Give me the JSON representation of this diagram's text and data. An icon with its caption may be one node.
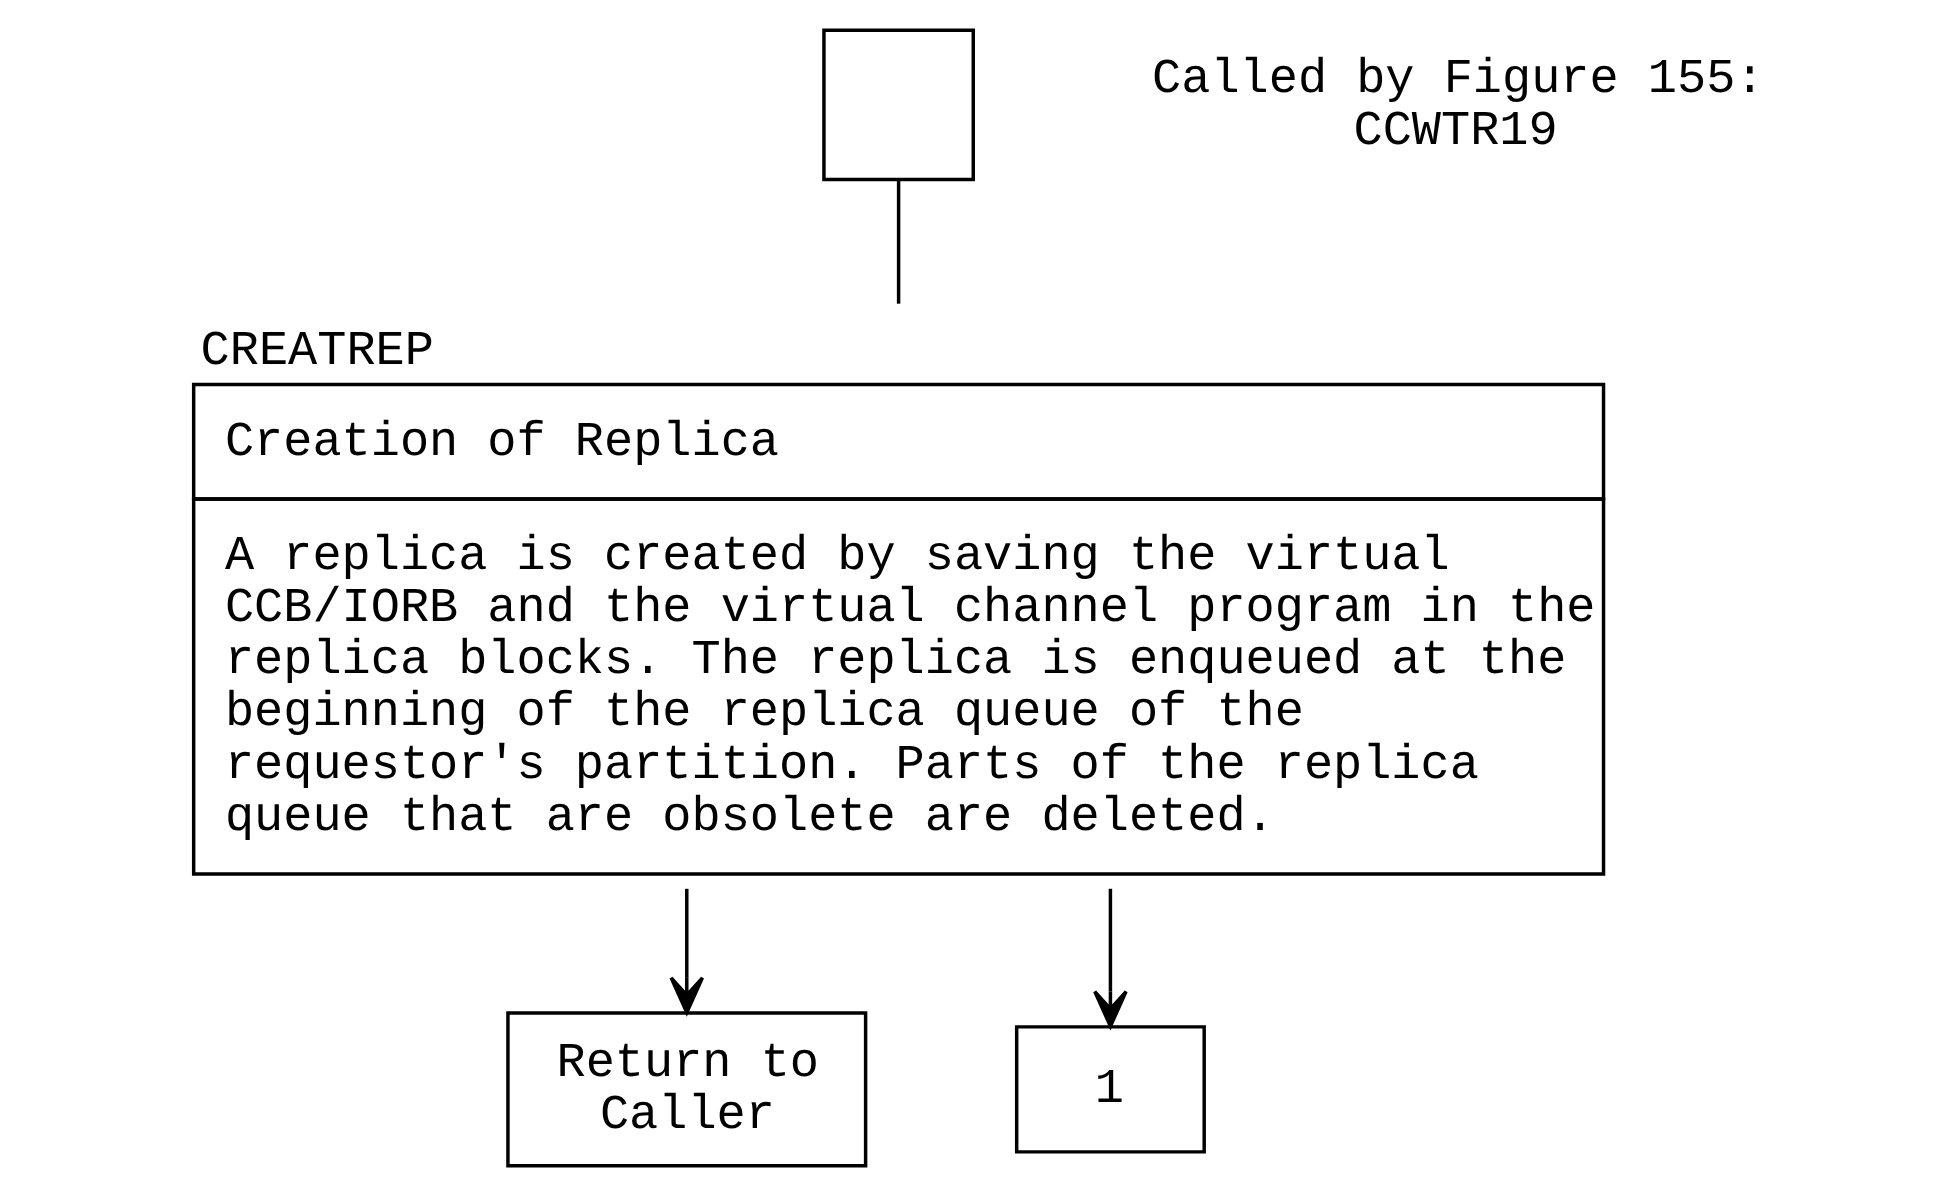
{
  "diagram": {
    "nodes": [
      {
        "text": [],
        "shape": "box",
        "beside": [
          "Called by Figure 155: CCWTR19"
        ]
      },
      {
        "text": [
          "CREATREP",
          "Creation of Replica",
          "A replica is created by saving the virtual CCB/IORB and the virtual channel program in the replica blocks. The replica is enqueued at the beginning of the replica queue of the requestor's partition. Parts of the replica queue that are obsolete are deleted."
        ]
      },
      {
        "text": [
          "Return to Caller"
        ]
      },
      {
        "text": [
          "1"
        ]
      }
    ],
    "edges": [
      {
        "from": 0,
        "to": 1,
        "arrow": "none"
      },
      {
        "from": 1,
        "to": 2,
        "arrow": "to"
      },
      {
        "from": 1,
        "to": 3,
        "arrow": "to"
      }
    ]
  }
}
